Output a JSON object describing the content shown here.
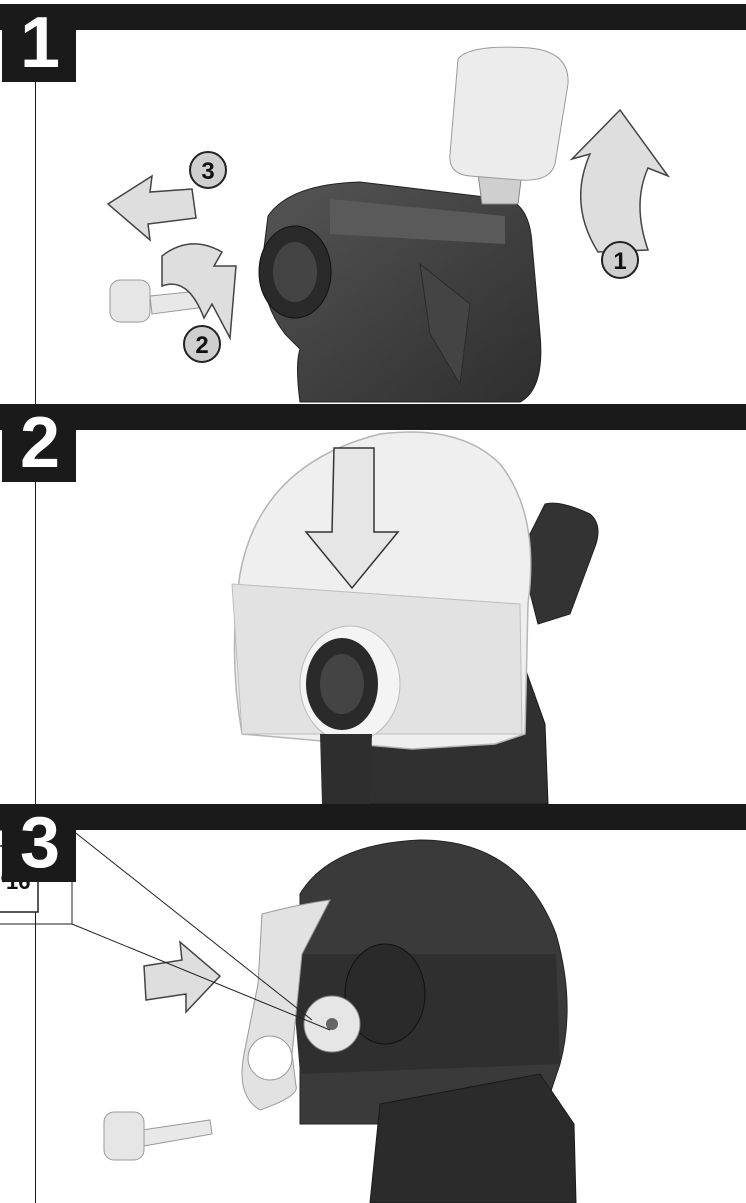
{
  "steps": [
    {
      "number": "1",
      "callouts": [
        "1",
        "2",
        "3"
      ]
    },
    {
      "number": "2"
    },
    {
      "number": "3",
      "reference_page": "16"
    }
  ],
  "colors": {
    "bar": "#1a1a1a",
    "tool_body": "#3d3d3d",
    "guard_light": "#e8e8e8",
    "arrow_fill": "#dedede"
  },
  "icons": [
    "curved-arrow-icon",
    "left-arrow-icon",
    "down-arrow-icon",
    "right-arrow-icon",
    "page-reference-icon"
  ]
}
